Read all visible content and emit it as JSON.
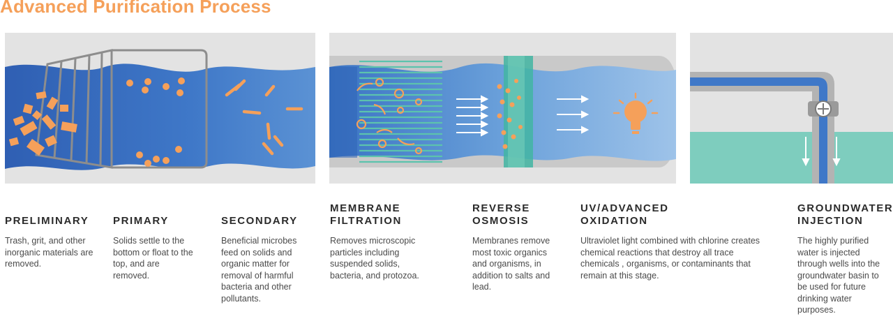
{
  "title": "Advanced Purification Process",
  "colors": {
    "accent": "#f5a05a",
    "water": "#3f78c8",
    "panel": "#e3e3e3",
    "groundwater": "#7ecdbe",
    "heading": "#2b2b2b",
    "body": "#4a4a4a"
  },
  "steps": [
    {
      "heading": "PRELIMINARY",
      "text": "Trash, grit, and other inorganic materials are removed."
    },
    {
      "heading": "PRIMARY",
      "text": "Solids settle to the bottom or float to the top, and are removed."
    },
    {
      "heading": "SECONDARY",
      "text": "Beneficial microbes feed on solids and organic matter for removal of harmful bacteria and other pollutants."
    },
    {
      "heading": "MEMBRANE\nFILTRATION",
      "text": "Removes microscopic particles including suspended solids, bacteria, and protozoa."
    },
    {
      "heading": "REVERSE\nOSMOSIS",
      "text": "Membranes remove most toxic organics and organisms, in addition to salts and lead."
    },
    {
      "heading": "UV/ADVANCED\nOXIDATION",
      "text": "Ultraviolet light combined with chlorine creates chemical reactions that destroy all trace chemicals , organisms, or contaminants that remain at this stage."
    },
    {
      "heading": "GROUNDWATER\nINJECTION",
      "text": "The highly purified water is injected through wells into the groundwater basin to be used for future drinking water purposes."
    }
  ]
}
